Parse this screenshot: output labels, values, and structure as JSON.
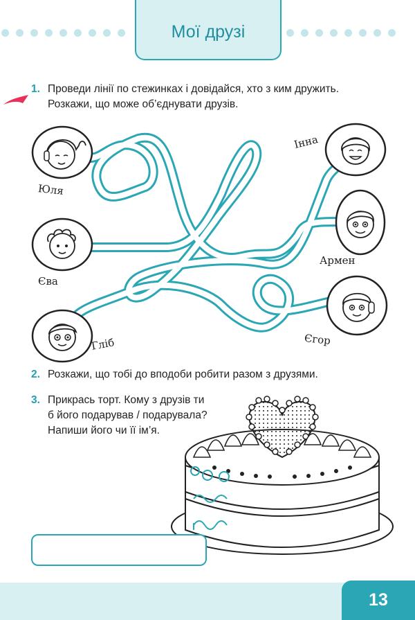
{
  "header": {
    "title": "Мої друзі"
  },
  "tasks": [
    {
      "number": "1.",
      "lines": [
        "Проведи лінії по стежинках і довідайся, хто з ким дружить.",
        "Розкажи, що може об’єднувати друзів."
      ]
    },
    {
      "number": "2.",
      "lines": [
        "Розкажи, що тобі до вподоби робити разом з друзями."
      ]
    },
    {
      "number": "3.",
      "lines": [
        "Прикрась торт. Кому з друзів ти",
        "б його подарував / подарувала?",
        "Напиши його чи її ім’я."
      ]
    }
  ],
  "friends_left": [
    "Юля",
    "Єва",
    "Гліб"
  ],
  "friends_right": [
    "Інна",
    "Армен",
    "Єгор"
  ],
  "answer_box": {
    "value": ""
  },
  "footer": {
    "page_number": "13"
  },
  "colors": {
    "accent": "#2aa6b5",
    "light": "#d9f0f2",
    "arrow": "#e8315a"
  },
  "icons": [
    "arrow-pointer-icon",
    "girl-headphones-face-icon",
    "curly-girl-face-icon",
    "boy-face-icon",
    "girl-smiling-face-icon",
    "boy-smiling-face-icon",
    "boy-headphones-face-icon",
    "cake-illustration",
    "heart-decoration"
  ]
}
